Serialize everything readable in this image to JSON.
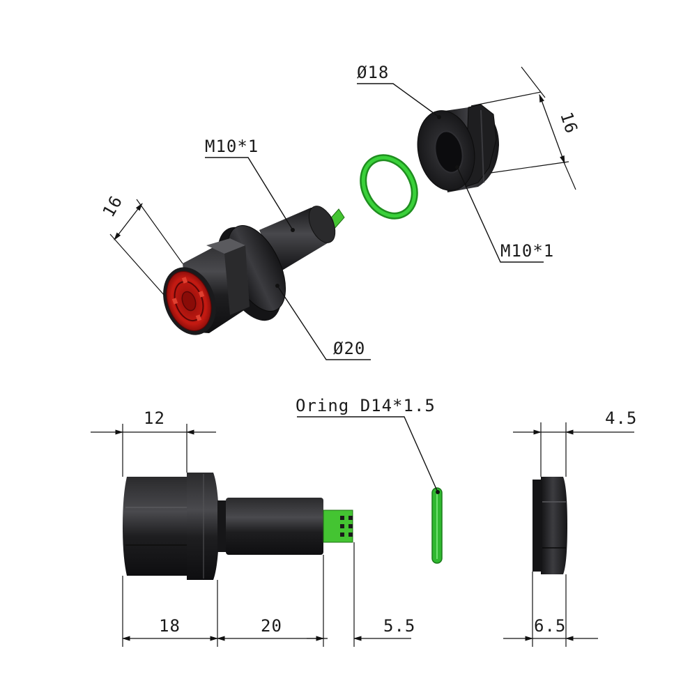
{
  "colors": {
    "body": "#1c1c1e",
    "body_highlight": "#4a4a4e",
    "lens_red": "#c41a12",
    "oring_green": "#2fb82f",
    "terminal_green": "#44c432",
    "line": "#111111"
  },
  "iso_view": {
    "holder_thread_label": "M10*1",
    "holder_length_label": "16",
    "holder_flange_label": "Ø20",
    "nut_diameter_label": "Ø18",
    "nut_length_label": "16",
    "nut_thread_label": "M10*1"
  },
  "side_view": {
    "head_width_label": "12",
    "oring_label": "Oring D14*1.5",
    "nut_thickness_label": "4.5",
    "head_length_label": "18",
    "barrel_length_label": "20",
    "terminal_length_label": "5.5",
    "nut_total_label": "6.5"
  }
}
